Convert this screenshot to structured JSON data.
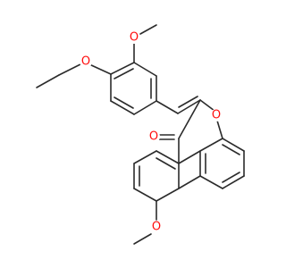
{
  "structure": {
    "atom_labels": {
      "ring_oxygen": "O",
      "carbonyl_oxygen": "O",
      "naphthyl_methoxy_oxygen": "O",
      "ethoxy_oxygen": "O",
      "benzyl_methoxy_oxygen": "O"
    },
    "colors": {
      "bond": "#2b2b2b",
      "oxygen": "#ff0d0d",
      "background": "#ffffff"
    }
  }
}
